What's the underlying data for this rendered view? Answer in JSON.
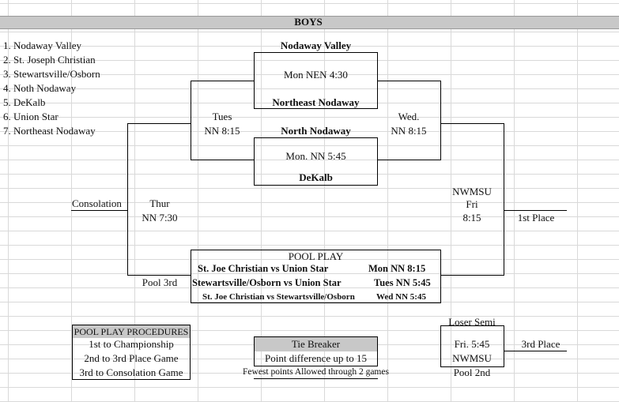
{
  "title": "BOYS",
  "teams": [
    "1. Nodaway Valley",
    "2. St. Joseph Christian",
    "3. Stewartsville/Osborn",
    "4. Noth Nodaway",
    "5. DeKalb",
    "6. Union Star",
    "7. Northeast Nodaway"
  ],
  "bracket": {
    "game1": {
      "top_team": "Nodaway Valley",
      "time": "Mon NEN 4:30",
      "bottom_team": "Northeast Nodaway"
    },
    "game2": {
      "top_team": "North Nodaway",
      "time": "Mon.  NN 5:45",
      "bottom_team": "DeKalb"
    },
    "tues": {
      "day": "Tues",
      "time": "NN 8:15"
    },
    "wed": {
      "day": "Wed.",
      "time": "NN 8:15"
    },
    "final": {
      "site": "NWMSU",
      "day": "Fri",
      "time": "8:15"
    },
    "first_place": "1st Place",
    "consolation": "Consolation",
    "thur": {
      "day": "Thur",
      "time": "NN 7:30"
    },
    "pool_3rd": "Pool 3rd"
  },
  "pool_play": {
    "title": "POOL PLAY",
    "games": [
      {
        "matchup": "St. Joe Christian vs Union Star",
        "time": "Mon NN 8:15"
      },
      {
        "matchup": "Stewartsville/Osborn vs Union Star",
        "time": "Tues NN 5:45"
      },
      {
        "matchup": "St. Joe Christian vs Stewartsville/Osborn",
        "time": "Wed NN 5:45"
      }
    ]
  },
  "third_place": {
    "loser_semi": "Loser Semi",
    "time": "Fri. 5:45",
    "site": "NWMSU",
    "pool_2nd": "Pool 2nd",
    "label": "3rd Place"
  },
  "procedures": {
    "title": "POOL PLAY PROCEDURES",
    "items": [
      "1st to Championship",
      "2nd to 3rd Place Game",
      "3rd to Consolation Game"
    ]
  },
  "tie_breaker": {
    "title": "Tie Breaker",
    "items": [
      "Point difference up to 15",
      "Fewest points Allowed through 2 games"
    ]
  }
}
